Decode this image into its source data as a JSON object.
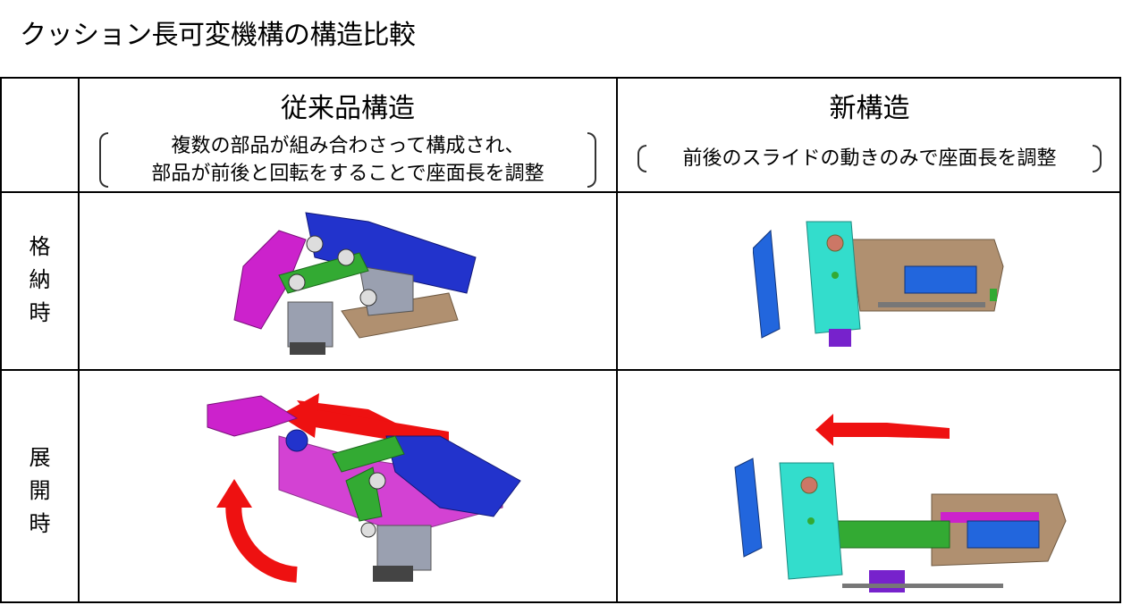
{
  "title": "クッション長可変機構の構造比較",
  "columns": {
    "old": {
      "title": "従来品構造",
      "note_lines": [
        "複数の部品が組み合わさって構成され、",
        "部品が前後と回転をすることで座面長を調整"
      ]
    },
    "new": {
      "title": "新構造",
      "note_lines": [
        "前後のスライドの動きのみで座面長を調整"
      ]
    }
  },
  "rows": [
    {
      "label_chars": [
        "格",
        "納",
        "時"
      ]
    },
    {
      "label_chars": [
        "展",
        "開",
        "時"
      ]
    }
  ],
  "colors": {
    "arrow": "#ee1111",
    "magenta": "#cc22cc",
    "blue": "#2233cc",
    "cyan": "#33ddcc",
    "tan": "#b09070",
    "green": "#33aa33",
    "gray": "#9aa0b0"
  }
}
